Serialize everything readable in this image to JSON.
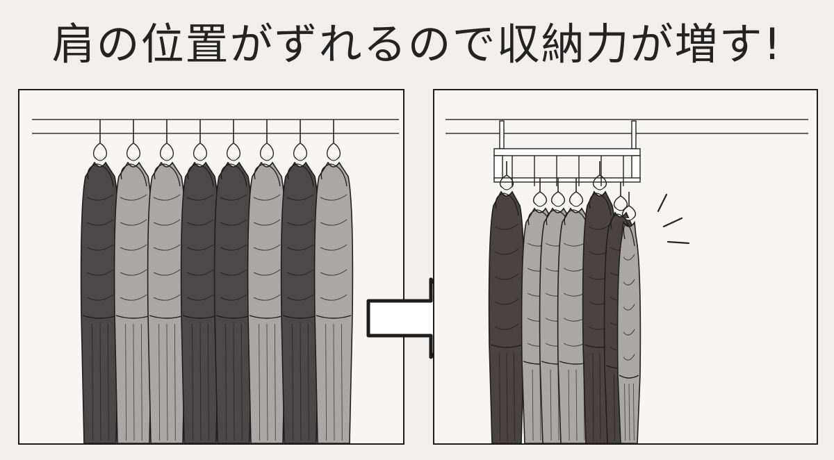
{
  "headline": {
    "text": "肩の位置がずれるので収納力が増す!"
  },
  "before_panel": {
    "garments": [
      "dark",
      "light",
      "light",
      "dark",
      "dark",
      "light",
      "dark",
      "light"
    ]
  },
  "after_panel": {
    "rack_hangers": 6,
    "garments": [
      "dark",
      "light",
      "light",
      "light",
      "dark",
      "dark",
      "light"
    ]
  },
  "colors": {
    "dark_garment": "#4a4848",
    "light_garment": "#a9a8a7",
    "after_dark_garment": "#4b4243",
    "line": "#222222",
    "panel_bg": "#f6f5f4"
  },
  "icons": {
    "transition_arrow": "right-arrow-icon",
    "emphasis_marks": "emphasis-lines-icon"
  }
}
